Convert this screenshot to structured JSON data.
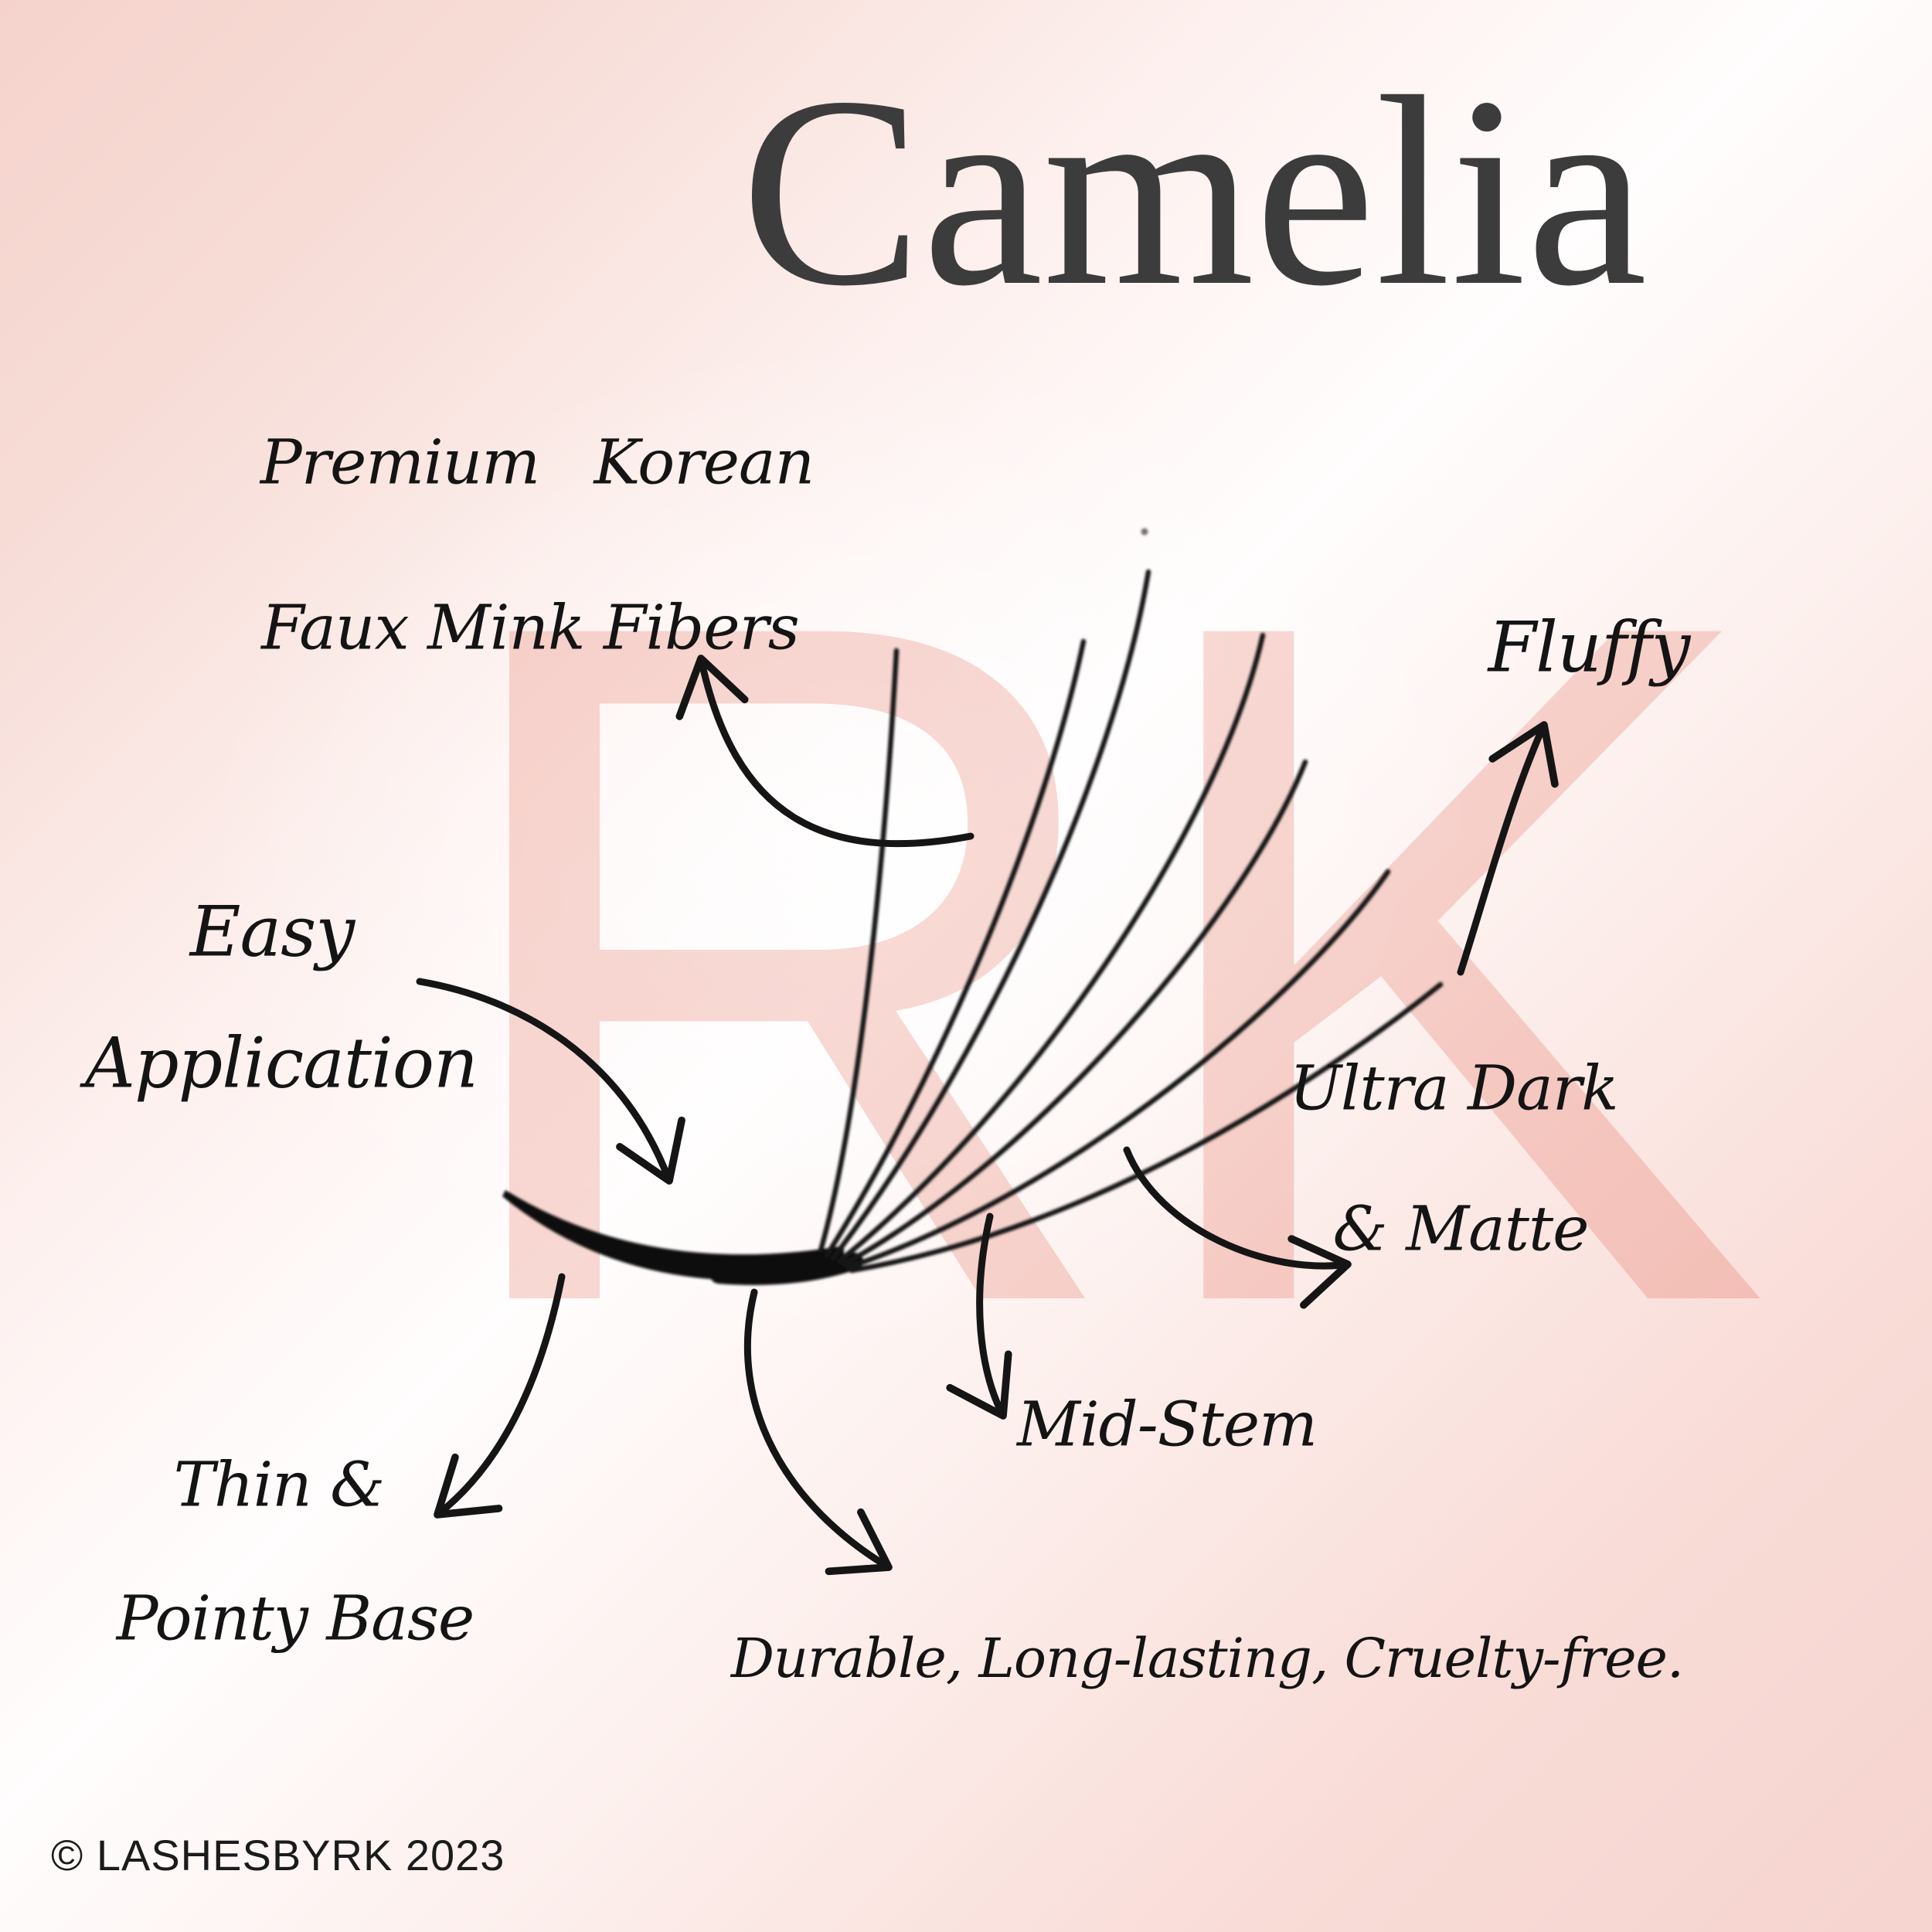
{
  "title": "Camelia",
  "watermark": "RK",
  "copyright": "© LASHESBYRK 2023",
  "colors": {
    "background_pink": "#f5d3cc",
    "background_white": "#fffdfd",
    "watermark_pink": "#f8d6cf",
    "ink_black": "#151515",
    "title_charcoal": "#3d3c3c"
  },
  "illustration": {
    "name": "eyelash-fan",
    "fiber_count": 7
  },
  "annotations": {
    "premium": {
      "line1": "Premium Korean",
      "line2": "Faux Mink Fibers"
    },
    "fluffy": {
      "line1": "Fluffy"
    },
    "easy": {
      "line1": "Easy",
      "line2": "Application"
    },
    "ultra_dark": {
      "line1": "Ultra Dark",
      "line2": "& Matte"
    },
    "mid_stem": {
      "line1": "Mid-Stem"
    },
    "thin_base": {
      "line1": "Thin &",
      "line2": "Pointy Base"
    },
    "durable": {
      "line1": "Durable, Long-lasting, Cruelty-free."
    }
  },
  "arrows": [
    {
      "id": "arrow-premium",
      "points_to": "Premium Korean Faux Mink Fibers"
    },
    {
      "id": "arrow-fluffy",
      "points_to": "Fluffy"
    },
    {
      "id": "arrow-easy",
      "points_to": "lash base (Easy Application)"
    },
    {
      "id": "arrow-ultra-dark",
      "points_to": "Ultra Dark & Matte"
    },
    {
      "id": "arrow-mid-stem",
      "points_to": "Mid-Stem"
    },
    {
      "id": "arrow-thin-base",
      "points_to": "Thin & Pointy Base"
    },
    {
      "id": "arrow-durable",
      "points_to": "Durable, Long-lasting, Cruelty-free."
    }
  ]
}
